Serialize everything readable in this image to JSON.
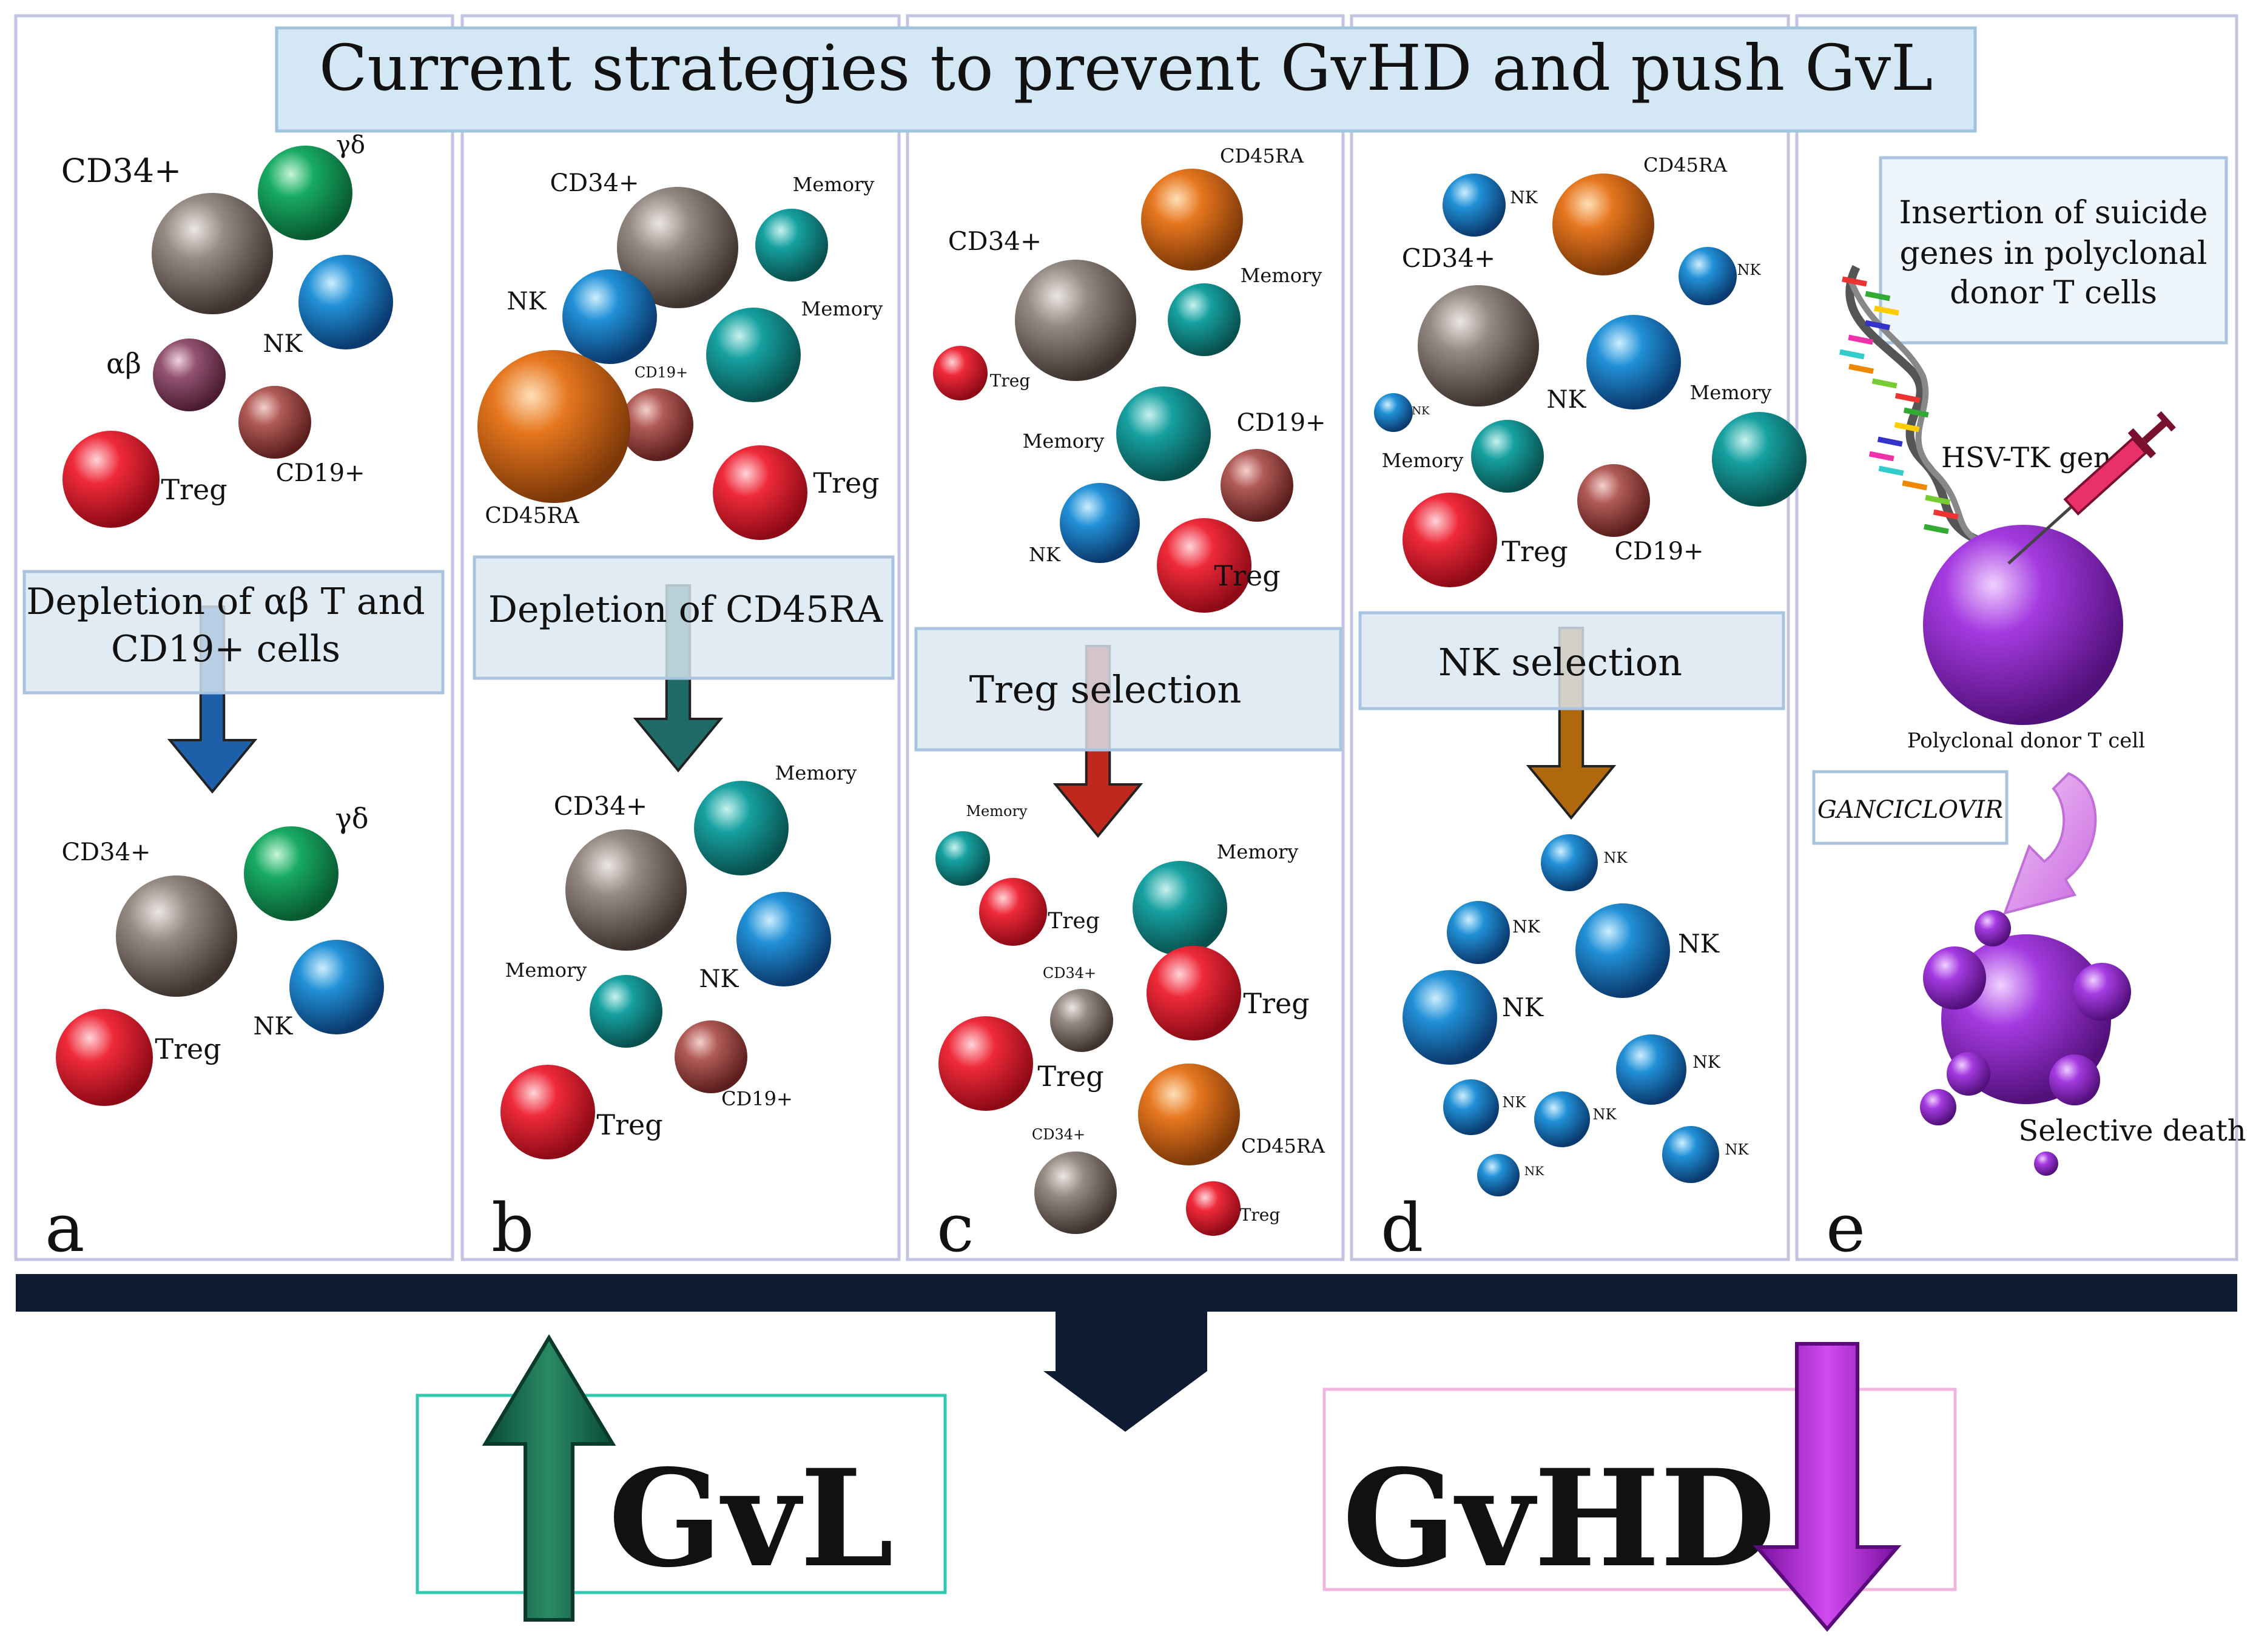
{
  "title": "Current strategies to prevent GvHD and push GvL",
  "panels": {
    "a": {
      "letter": "a",
      "step": [
        "Depletion of  αβ T and",
        "CD19+ cells"
      ],
      "before": [
        {
          "label": "CD34+",
          "type": "cd34"
        },
        {
          "label": "γδ",
          "type": "gd"
        },
        {
          "label": "NK",
          "type": "nk"
        },
        {
          "label": "αβ",
          "type": "ab"
        },
        {
          "label": "Treg",
          "type": "treg"
        },
        {
          "label": "CD19+",
          "type": "cd19"
        }
      ],
      "after": [
        {
          "label": "CD34+",
          "type": "cd34"
        },
        {
          "label": "γδ",
          "type": "gd"
        },
        {
          "label": "NK",
          "type": "nk"
        },
        {
          "label": "Treg",
          "type": "treg"
        }
      ]
    },
    "b": {
      "letter": "b",
      "step": [
        "Depletion of CD45RA"
      ],
      "before": [
        {
          "label": "CD34+",
          "type": "cd34"
        },
        {
          "label": "Memory",
          "type": "mem"
        },
        {
          "label": "NK",
          "type": "nk"
        },
        {
          "label": "Memory",
          "type": "mem"
        },
        {
          "label": "CD19+",
          "type": "cd19"
        },
        {
          "label": "CD45RA",
          "type": "cd45"
        },
        {
          "label": "Treg",
          "type": "treg"
        }
      ],
      "after": [
        {
          "label": "CD34+",
          "type": "cd34"
        },
        {
          "label": "Memory",
          "type": "mem"
        },
        {
          "label": "NK",
          "type": "nk"
        },
        {
          "label": "Memory",
          "type": "mem"
        },
        {
          "label": "CD19+",
          "type": "cd19"
        },
        {
          "label": "Treg",
          "type": "treg"
        }
      ]
    },
    "c": {
      "letter": "c",
      "step": [
        "Treg selection"
      ],
      "before": [
        {
          "label": "CD45RA",
          "type": "cd45"
        },
        {
          "label": "CD34+",
          "type": "cd34"
        },
        {
          "label": "Memory",
          "type": "mem"
        },
        {
          "label": "Treg",
          "type": "treg"
        },
        {
          "label": "Memory",
          "type": "mem"
        },
        {
          "label": "CD19+",
          "type": "cd19"
        },
        {
          "label": "NK",
          "type": "nk"
        },
        {
          "label": "Treg",
          "type": "treg"
        }
      ],
      "after": [
        {
          "label": "Memory",
          "type": "mem"
        },
        {
          "label": "Treg",
          "type": "treg"
        },
        {
          "label": "Memory",
          "type": "mem"
        },
        {
          "label": "CD34+",
          "type": "cd34"
        },
        {
          "label": "Treg",
          "type": "treg"
        },
        {
          "label": "Treg",
          "type": "treg"
        },
        {
          "label": "CD45RA",
          "type": "cd45"
        },
        {
          "label": "CD34+",
          "type": "cd34"
        },
        {
          "label": "Treg",
          "type": "treg"
        }
      ]
    },
    "d": {
      "letter": "d",
      "step": [
        "NK selection"
      ],
      "before": [
        {
          "label": "NK",
          "type": "nk"
        },
        {
          "label": "CD45RA",
          "type": "cd45"
        },
        {
          "label": "NK",
          "type": "nk"
        },
        {
          "label": "CD34+",
          "type": "cd34"
        },
        {
          "label": "NK",
          "type": "nk"
        },
        {
          "label": "NK",
          "type": "nk"
        },
        {
          "label": "Memory",
          "type": "mem"
        },
        {
          "label": "Memory",
          "type": "mem"
        },
        {
          "label": "Treg",
          "type": "treg"
        },
        {
          "label": "CD19+",
          "type": "cd19"
        }
      ],
      "after": [
        {
          "label": "NK",
          "type": "nk"
        },
        {
          "label": "NK",
          "type": "nk"
        },
        {
          "label": "NK",
          "type": "nk"
        },
        {
          "label": "NK",
          "type": "nk"
        },
        {
          "label": "NK",
          "type": "nk"
        },
        {
          "label": "NK",
          "type": "nk"
        },
        {
          "label": "NK",
          "type": "nk"
        },
        {
          "label": "NK",
          "type": "nk"
        },
        {
          "label": "NK",
          "type": "nk"
        }
      ]
    },
    "e": {
      "letter": "e",
      "box": [
        "Insertion of suicide",
        "genes in polyclonal",
        "donor T cells"
      ],
      "gene_label": "HSV-TK gene",
      "cell_label": "Polyclonal donor T cell",
      "drug": "GANCICLOVIR",
      "death_label": "Selective death"
    }
  },
  "outcomes": {
    "gvl": {
      "label": "GvL",
      "direction": "up"
    },
    "gvhd": {
      "label": "GvHD",
      "direction": "down"
    }
  },
  "colors": {
    "cd34": "#8a7f7a",
    "treg": "#e8202f",
    "nk": "#1b7cc2",
    "mem": "#0f8e8e",
    "cd19": "#a8504e",
    "cd45": "#e0701c",
    "gd": "#12a05a",
    "ab": "#8a4a66",
    "purple": "#9b30d8",
    "arrow_a": "#1d5fa8",
    "arrow_b": "#1d6a66",
    "arrow_c": "#c0281e",
    "arrow_d": "#b0680c",
    "gvl": "#0e5a40",
    "gvhd": "#4a0a44",
    "bar": "#0d1c33",
    "title_bg": "#d3e7f4",
    "panel_border": "#c2c4e2",
    "step_bg": "#dbe7f1",
    "drug": "#e0206e"
  }
}
